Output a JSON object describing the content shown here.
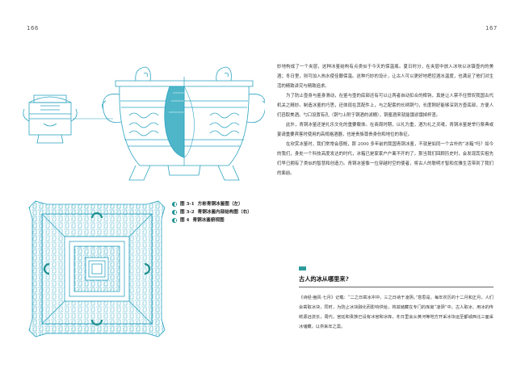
{
  "page_numbers": {
    "left": "166",
    "right": "167"
  },
  "captions": [
    {
      "label": "图 3-1",
      "text": "方彬青铜冰鉴图（左）"
    },
    {
      "label": "图 3-2",
      "text": "青铜冰鉴内部结构图（右）"
    },
    {
      "label": "图 4",
      "text": "青铜冰鉴俯视图"
    }
  ],
  "body_paragraphs": [
    "妙地构成了一个夹层，这种冰鉴结构有点类似于今天的保温瓶。夏日时分，在夹层中放入冰块以冰镇壶内的美酒；冬日里，则可加入热水使佳酿保温。这种巧妙的设计，让古人可以更好地把控酒水温度，也满足了他们对生活的精致讲究与精致追求。",
    "为了防止壶身与鉴身滑动，在鉴与壶的底部还有可以让两者自动扣合的榫钩，真是让人禁不住赞叹我国古代机关之精妙。制造冰鉴的巧思，还体现在其配件上，与之配套的长柄铜勺，长度刚好能够深到方壶底部，方便人们舀取美酒。勺口设置有孔（铜勺上附于铜酒的滤栅），铜鉴酒来就能饿滤饿掉杯渣。",
    "此外，青铜冰鉴还是礼乐文化的重要载体。在商周时期，以礼为重，酒为礼之灵魂，青铜冰鉴是举行祭典或宴请重要宾客时使用的高规格酒器，也是贵族尊贵身份和地位的象征。",
    "在欣赏冰鉴时，我们常常会感慨，那 2000 多年前的我国青铜冰鉴，不就是如同一个古朴的“冰箱”吗？如今的我们，身处一个科技高度发达的时代，冰箱已是家家户户离不开的了。那当我们回顾历史时，会发现其实祖先们早已拥有了类似的智慧和创造力。青铜冰鉴像一位穿越时空的使者，将古人的聪明才智和优雅生活带到了我们的面前。"
  ],
  "section": {
    "title": "古人的冰从哪里来?",
    "paragraph": "《诗经·豳风·七月》记载：“二之日凿冰冲冲，三之日纳于凌阴。”意思是，每年农历的十二月和正月，人们会凿取冰块，同时，为防止冰块融化而影响供给，将其储藏在专门的库房“凌阴”中。古人取冰、用冰的传统源远流长，周代，宫廷和贵族已设有冰官和冰库，冬日里会从黄河等地方开采冰块运至都城西北三面采冰储藏，以供来年之需。"
  },
  "colors": {
    "accent": "#1e8f8f",
    "line": "#2aa3c0"
  }
}
